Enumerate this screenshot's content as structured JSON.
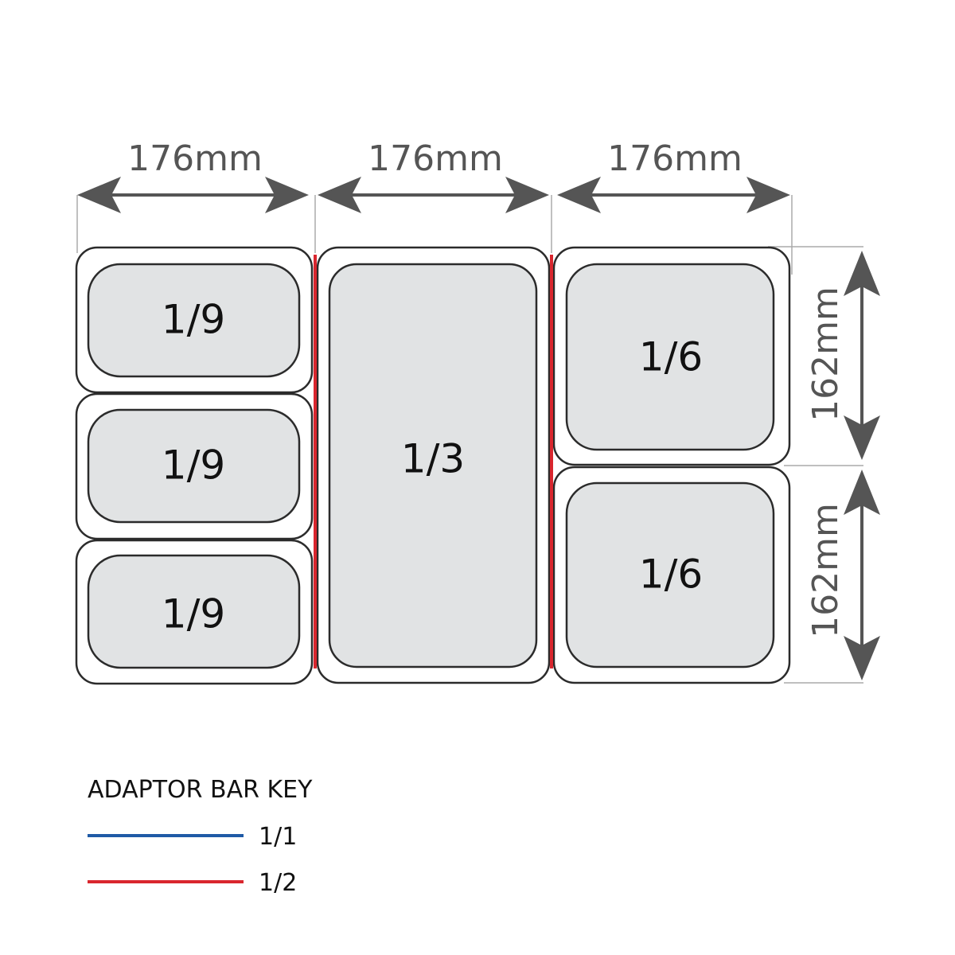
{
  "dimensions": {
    "widths": [
      "176mm",
      "176mm",
      "176mm"
    ],
    "heights": [
      "162mm",
      "162mm"
    ]
  },
  "pans": {
    "left": [
      "1/9",
      "1/9",
      "1/9"
    ],
    "middle": [
      "1/3"
    ],
    "right": [
      "1/6",
      "1/6"
    ]
  },
  "adaptor_bars": {
    "color": "#d9262e"
  },
  "legend": {
    "title": "ADAPTOR BAR KEY",
    "items": [
      {
        "label": "1/1",
        "color": "#1f5aa6"
      },
      {
        "label": "1/2",
        "color": "#d9262e"
      }
    ]
  }
}
